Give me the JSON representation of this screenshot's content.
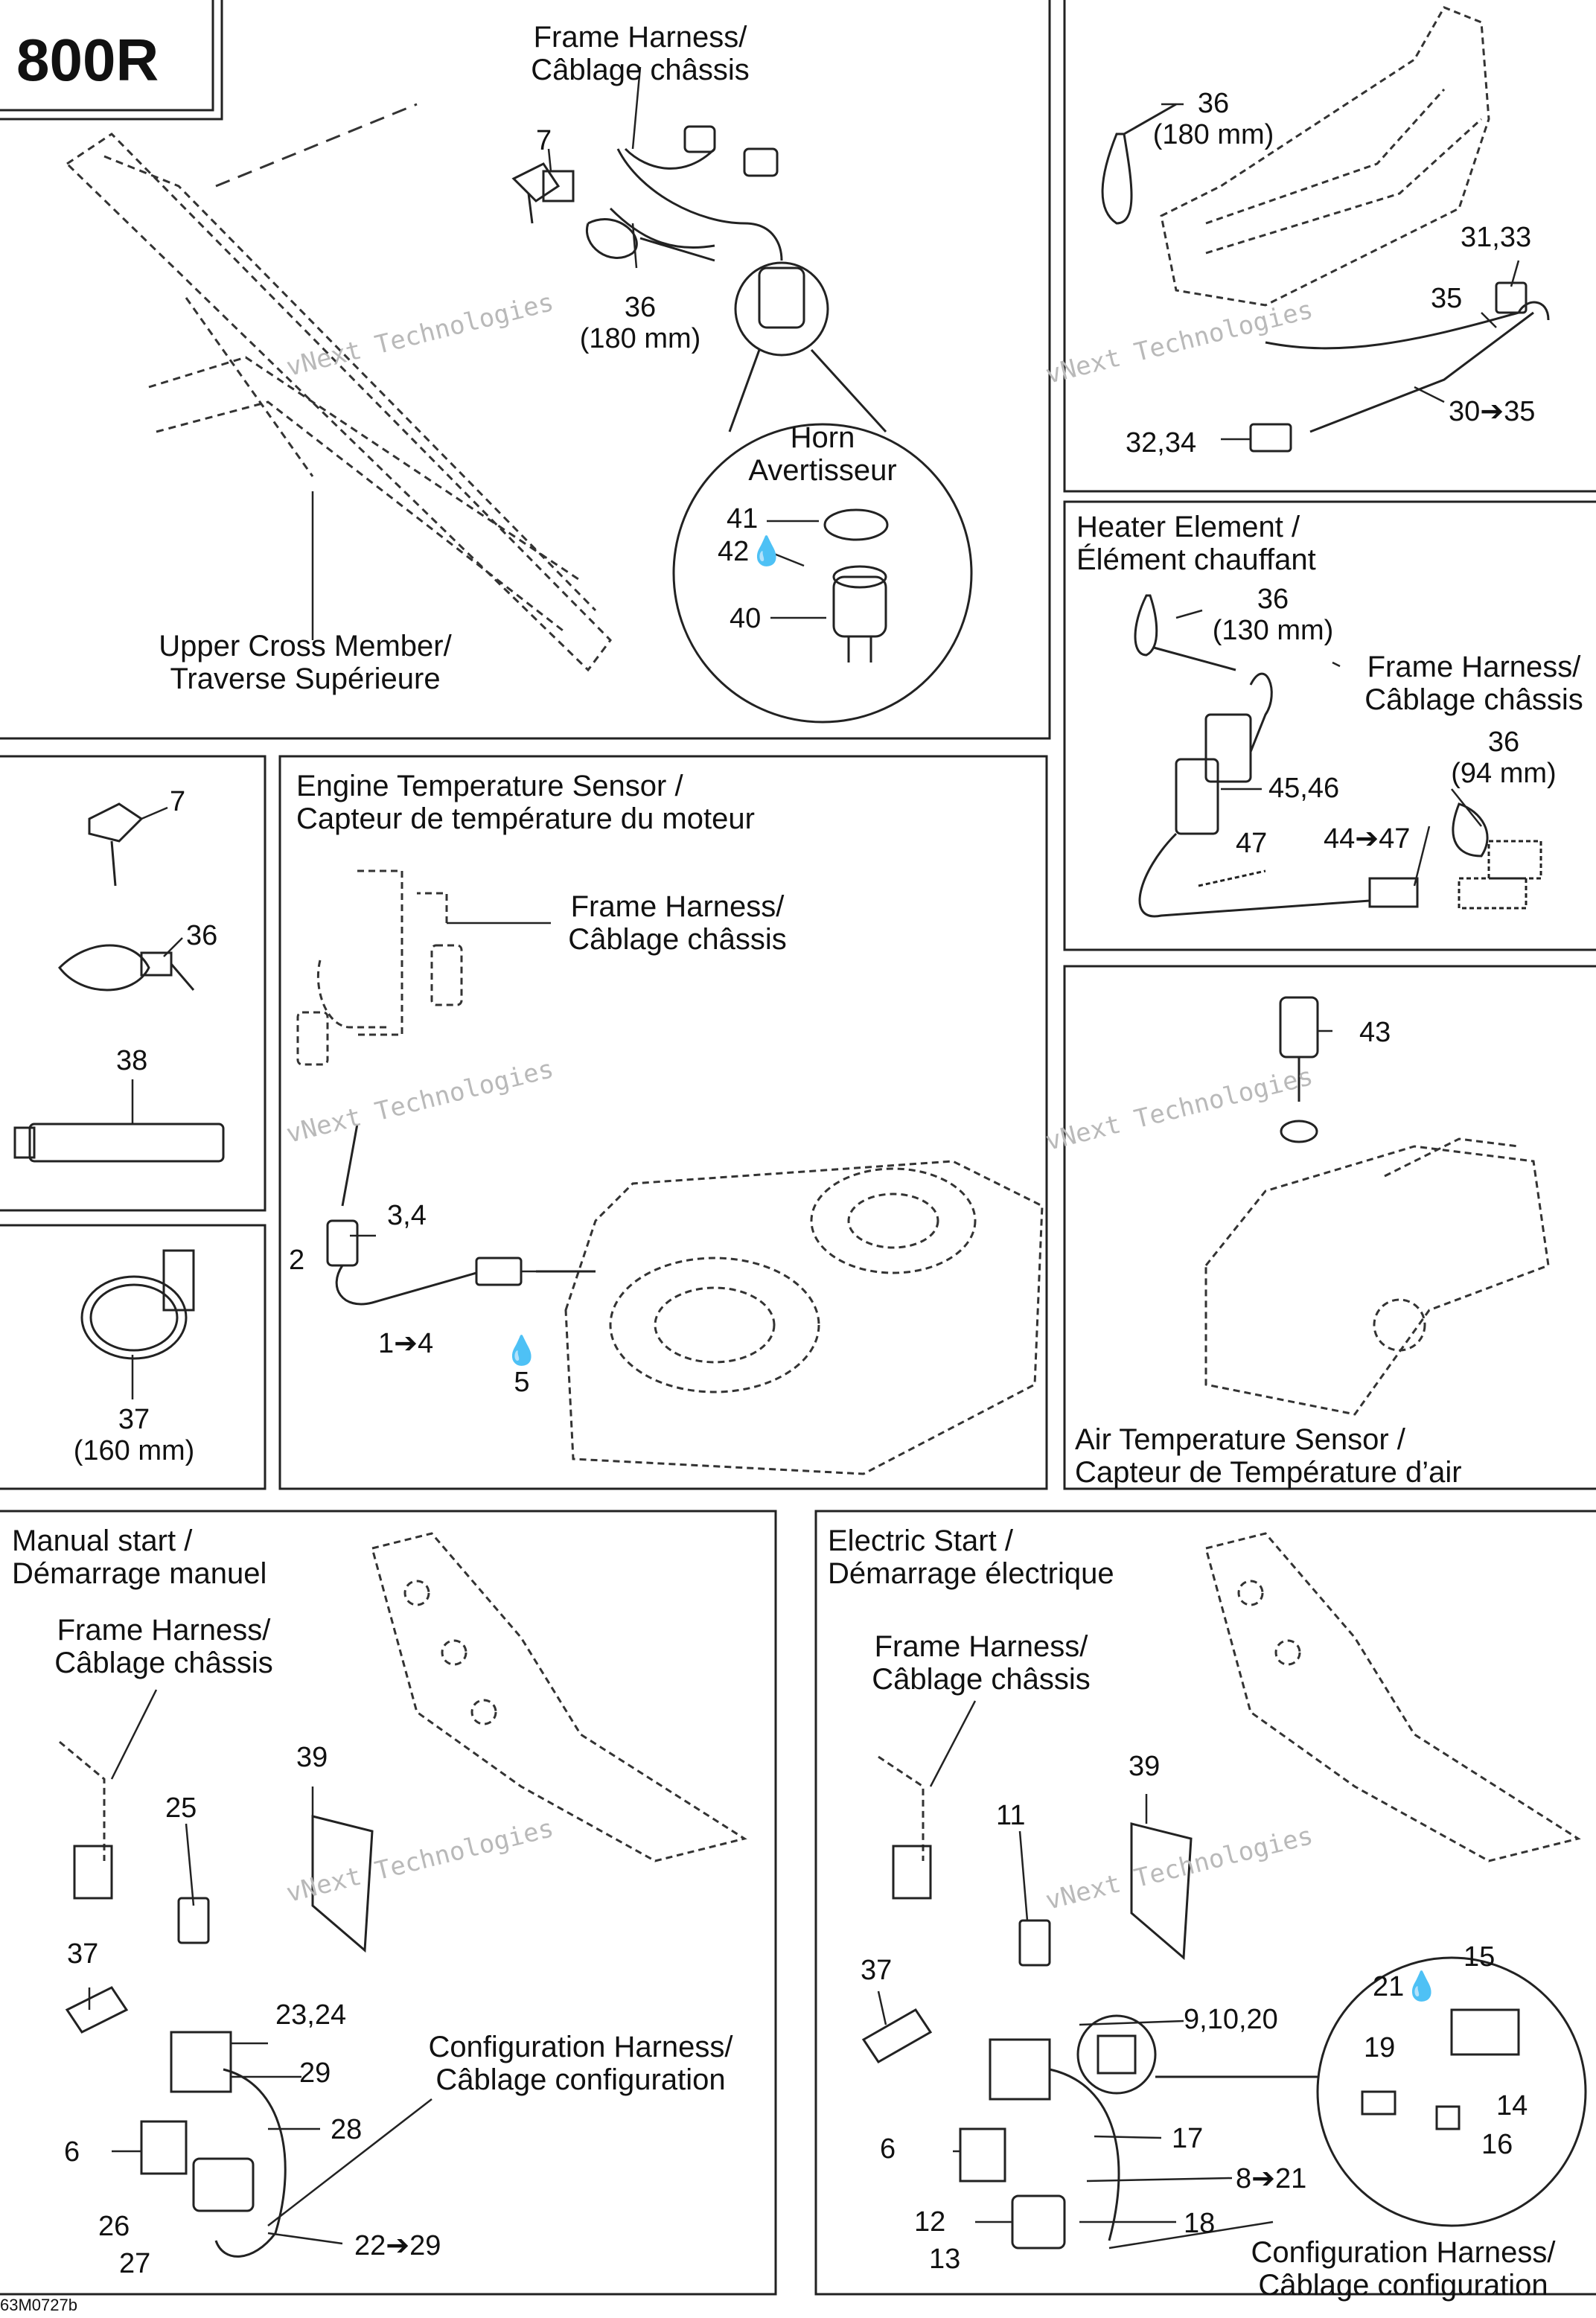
{
  "model": "800R",
  "footer_code": "63M0727b",
  "watermark_lines": [
    "vNext Technologies",
    "Technologies"
  ],
  "panel_top_left": {
    "frame_harness_en": "Frame Harness/",
    "frame_harness_fr": "Câblage châssis",
    "cross_member_en": "Upper Cross Member/",
    "cross_member_fr": "Traverse Supérieure",
    "horn_en": "Horn",
    "horn_fr": "Avertisseur",
    "callouts": [
      "7",
      "36",
      "(180 mm)",
      "41",
      "42",
      "40"
    ]
  },
  "panel_top_right": {
    "callouts": [
      "36",
      "(180 mm)",
      "31,33",
      "35",
      "30",
      "35",
      "32,34"
    ]
  },
  "panel_heater": {
    "title_en": "Heater Element /",
    "title_fr": "Élément chauffant",
    "frame_harness_en": "Frame Harness/",
    "frame_harness_fr": "Câblage châssis",
    "callouts": [
      "36",
      "(130 mm)",
      "36",
      "(94 mm)",
      "45,46",
      "47",
      "44",
      "47"
    ]
  },
  "panel_parts": {
    "callouts": [
      "7",
      "36",
      "38"
    ]
  },
  "panel_clamp": {
    "callouts": [
      "37",
      "(160 mm)"
    ]
  },
  "panel_engine": {
    "title_en": "Engine Temperature Sensor /",
    "title_fr": "Capteur de température du moteur",
    "frame_harness_en": "Frame Harness/",
    "frame_harness_fr": "Câblage châssis",
    "callouts": [
      "3,4",
      "2",
      "1",
      "4",
      "5"
    ]
  },
  "panel_air": {
    "title_en": "Air Temperature Sensor /",
    "title_fr": "Capteur de Température d’air",
    "callouts": [
      "43"
    ]
  },
  "panel_manual": {
    "title_en": "Manual start /",
    "title_fr": "Démarrage manuel",
    "frame_harness_en": "Frame Harness/",
    "frame_harness_fr": "Câblage châssis",
    "config_en": "Configuration Harness/",
    "config_fr": "Câblage configuration",
    "callouts": [
      "39",
      "25",
      "37",
      "23,24",
      "29",
      "28",
      "6",
      "26",
      "27",
      "22",
      "29"
    ]
  },
  "panel_electric": {
    "title_en": "Electric Start /",
    "title_fr": "Démarrage électrique",
    "frame_harness_en": "Frame Harness/",
    "frame_harness_fr": "Câblage châssis",
    "config_en": "Configuration Harness/",
    "config_fr": "Câblage configuration",
    "callouts": [
      "39",
      "11",
      "37",
      "9,10,20",
      "15",
      "21",
      "19",
      "14",
      "16",
      "6",
      "17",
      "8",
      "21",
      "12",
      "13",
      "18"
    ]
  }
}
